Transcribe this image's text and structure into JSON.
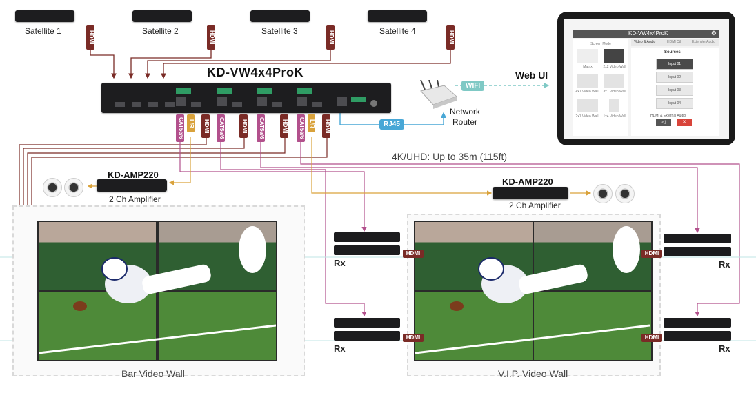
{
  "satellites": [
    {
      "label": "Satellite 1"
    },
    {
      "label": "Satellite 2"
    },
    {
      "label": "Satellite 3"
    },
    {
      "label": "Satellite 4"
    }
  ],
  "main_device": {
    "title": "KD-VW4x4ProK"
  },
  "web_ui": {
    "label": "Web UI",
    "wifi": "WIFI",
    "app_title": "KD-VW4x4ProK",
    "tabs": [
      "Video & Audio",
      "HDMI Ctl",
      "Extender Audio"
    ],
    "screen_mode_label": "Screen Mode",
    "modes": [
      "Matrix",
      "2x2 Video Wall",
      "4x1 Video Wall",
      "3x1 Video Wall",
      "2x1 Video Wall",
      "1x4 Video Wall"
    ],
    "sources_label": "Sources",
    "inputs": [
      "Input 01",
      "Input 02",
      "Input 03",
      "Input 04"
    ],
    "audio_label": "HDMI & External Audio"
  },
  "router": {
    "line1": "Network",
    "line2": "Router",
    "rj45": "RJ45"
  },
  "cable_tags": {
    "hdmi": "HDMI",
    "cat": "CAT5e/6",
    "lr": "L/R"
  },
  "distance": "4K/UHD: Up to 35m (115ft)",
  "amp_left": {
    "title": "KD-AMP220",
    "subtitle": "2 Ch Amplifier"
  },
  "amp_right": {
    "title": "KD-AMP220",
    "subtitle": "2 Ch Amplifier"
  },
  "rx_label": "Rx",
  "walls": {
    "bar": "Bar Video Wall",
    "vip": "V.I.P. Video Wall"
  },
  "colors": {
    "hdmi": "#7a2b26",
    "cat": "#b2508c",
    "lr": "#d9a23b",
    "net": "#48a7d6",
    "wifi": "#7fc9c5"
  }
}
